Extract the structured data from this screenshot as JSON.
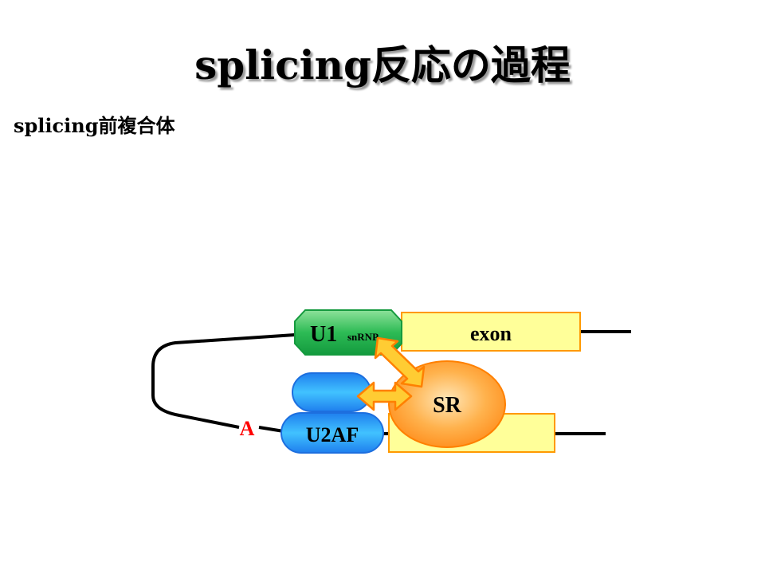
{
  "slide": {
    "title": "splicing反応の過程",
    "subtitle": "splicing前複合体"
  },
  "diagram": {
    "u1": {
      "label": "U1",
      "sublabel": "snRNP"
    },
    "exon": {
      "label": "exon"
    },
    "sr": {
      "label": "SR"
    },
    "u2af": {
      "label": "U2AF"
    },
    "branch_point": {
      "label": "A"
    },
    "colors": {
      "exon_fill": "#ffff99",
      "exon_stroke": "#ff9900",
      "u1_fill": "#2dbb55",
      "u2af_fill": "#2fa0ff",
      "sr_fill": "#ffa033",
      "arrow_fill": "#ffcc33",
      "branch_point_text": "#ff0000"
    }
  }
}
